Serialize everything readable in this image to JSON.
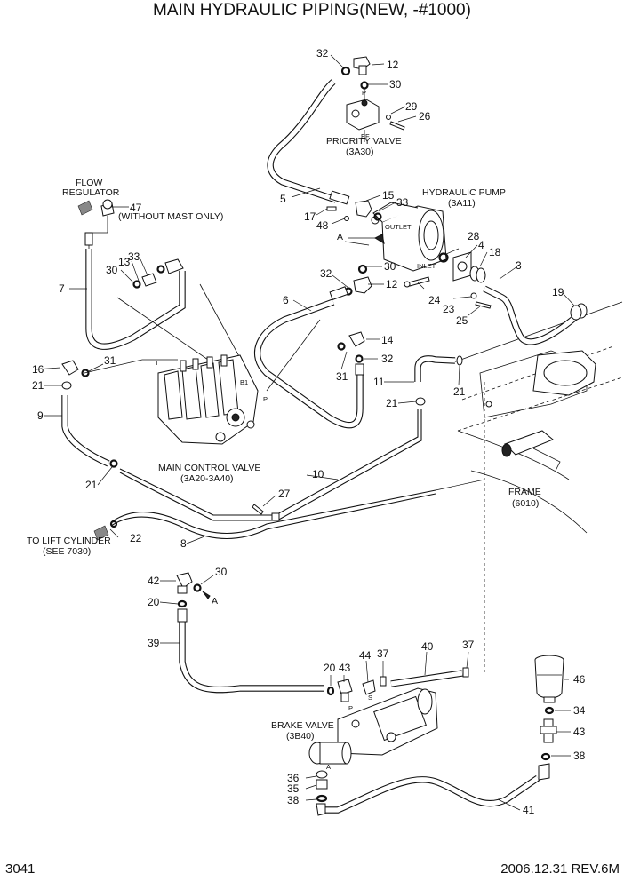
{
  "title": "MAIN HYDRAULIC PIPING(NEW, -#1000)",
  "footer": {
    "page": "3041",
    "revision": "2006.12.31 REV.6M"
  },
  "components": {
    "flow_regulator": [
      "FLOW",
      "REGULATOR"
    ],
    "without_mast": "(WITHOUT MAST ONLY)",
    "priority_valve": {
      "name": "PRIORITY VALVE",
      "code": "(3A30)"
    },
    "hydraulic_pump": {
      "name": "HYDRAULIC PUMP",
      "code": "(3A11)"
    },
    "main_control_valve": {
      "name": "MAIN CONTROL VALVE",
      "code": "(3A20-3A40)"
    },
    "lift_cylinder": {
      "name": "TO LIFT CYLINDER",
      "code": "(SEE 7030)"
    },
    "frame": {
      "name": "FRAME",
      "code": "(6010)"
    },
    "brake_valve": {
      "name": "BRAKE VALVE",
      "code": "(3B40)"
    }
  },
  "port_labels": {
    "p": "P",
    "ef": "EF",
    "outlet": "OUTLET",
    "inlet": "INLET",
    "t": "T",
    "b1": "B1",
    "mcv_p": "P",
    "bv_p": "P",
    "bv_s": "S",
    "bv_a": "A"
  },
  "ref_labels": {
    "a_pump": "A",
    "a_bottom": "A"
  },
  "part_numbers": {
    "n32_top": "32",
    "n12_top": "12",
    "n30_top": "30",
    "n29": "29",
    "n26": "26",
    "n5": "5",
    "n15": "15",
    "n33_pump": "33",
    "n17": "17",
    "n48": "48",
    "n47": "47",
    "n13": "13",
    "n33_left": "33",
    "n30_left": "30",
    "n7": "7",
    "n30_mid": "30",
    "n32_mid": "32",
    "n12_mid": "12",
    "n28": "28",
    "n4": "4",
    "n18": "18",
    "n3": "3",
    "n24": "24",
    "n23": "23",
    "n25": "25",
    "n19": "19",
    "n6": "6",
    "n14": "14",
    "n32_r": "32",
    "n31_r": "31",
    "n16": "16",
    "n31_l": "31",
    "n21_l": "21",
    "n11": "11",
    "n21_r": "21",
    "n21_m": "21",
    "n9": "9",
    "n21_b": "21",
    "n10": "10",
    "n27": "27",
    "n22": "22",
    "n8": "8",
    "n30_low": "30",
    "n42": "42",
    "n20_low": "20",
    "n39": "39",
    "n44": "44",
    "n37_a": "37",
    "n40": "40",
    "n37_b": "37",
    "n20_bv": "20",
    "n43_bv": "43",
    "n46": "46",
    "n34": "34",
    "n43_r": "43",
    "n38_r": "38",
    "n36": "36",
    "n35": "35",
    "n38_b": "38",
    "n41": "41"
  }
}
